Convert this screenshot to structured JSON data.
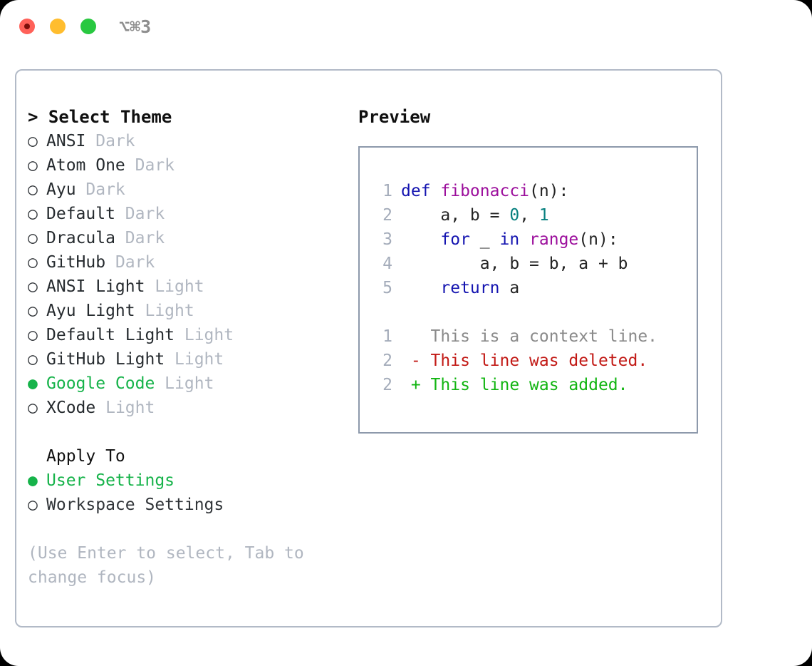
{
  "window": {
    "shortcut": "⌥⌘3",
    "traffic_lights": [
      "close",
      "minimize",
      "maximize"
    ]
  },
  "theme_picker": {
    "header": "> Select Theme",
    "selected_bullet": "●",
    "unselected_bullet": "○",
    "items": [
      {
        "name": "ANSI",
        "variant": "Dark",
        "selected": false
      },
      {
        "name": "Atom One",
        "variant": "Dark",
        "selected": false
      },
      {
        "name": "Ayu",
        "variant": "Dark",
        "selected": false
      },
      {
        "name": "Default",
        "variant": "Dark",
        "selected": false
      },
      {
        "name": "Dracula",
        "variant": "Dark",
        "selected": false
      },
      {
        "name": "GitHub",
        "variant": "Dark",
        "selected": false
      },
      {
        "name": "ANSI Light",
        "variant": "Light",
        "selected": false
      },
      {
        "name": "Ayu Light",
        "variant": "Light",
        "selected": false
      },
      {
        "name": "Default Light",
        "variant": "Light",
        "selected": false
      },
      {
        "name": "GitHub Light",
        "variant": "Light",
        "selected": false
      },
      {
        "name": "Google Code",
        "variant": "Light",
        "selected": true
      },
      {
        "name": "XCode",
        "variant": "Light",
        "selected": false
      }
    ]
  },
  "apply_to": {
    "header": "Apply To",
    "options": [
      {
        "label": "User Settings",
        "selected": true
      },
      {
        "label": "Workspace Settings",
        "selected": false
      }
    ]
  },
  "hint": "(Use Enter to select, Tab to change focus)",
  "preview": {
    "title": "Preview",
    "code_lines": [
      {
        "no": "1",
        "tokens": [
          {
            "t": "def ",
            "c": "kw"
          },
          {
            "t": "fibonacci",
            "c": "fn"
          },
          {
            "t": "(n):",
            "c": "txt"
          }
        ]
      },
      {
        "no": "2",
        "tokens": [
          {
            "t": "    a, b = ",
            "c": "txt"
          },
          {
            "t": "0",
            "c": "num"
          },
          {
            "t": ", ",
            "c": "txt"
          },
          {
            "t": "1",
            "c": "num"
          }
        ]
      },
      {
        "no": "3",
        "tokens": [
          {
            "t": "    ",
            "c": "txt"
          },
          {
            "t": "for",
            "c": "kw"
          },
          {
            "t": " _ ",
            "c": "txt"
          },
          {
            "t": "in",
            "c": "kw"
          },
          {
            "t": " ",
            "c": "txt"
          },
          {
            "t": "range",
            "c": "fn"
          },
          {
            "t": "(n):",
            "c": "txt"
          }
        ]
      },
      {
        "no": "4",
        "tokens": [
          {
            "t": "        a, b = b, a + b",
            "c": "txt"
          }
        ]
      },
      {
        "no": "5",
        "tokens": [
          {
            "t": "    ",
            "c": "txt"
          },
          {
            "t": "return",
            "c": "kw"
          },
          {
            "t": " a",
            "c": "txt"
          }
        ]
      }
    ],
    "diff_lines": [
      {
        "no": "1",
        "marker": " ",
        "text": " This is a context line.",
        "kind": "ctx"
      },
      {
        "no": "2",
        "marker": "-",
        "text": " This line was deleted.",
        "kind": "del"
      },
      {
        "no": "2",
        "marker": "+",
        "text": " This line was added.",
        "kind": "add"
      }
    ]
  },
  "colors": {
    "accent_green": "#16b34a",
    "muted": "#b0b6c0",
    "keyword": "#1414b0",
    "function": "#9c0f9c",
    "number": "#07807f",
    "diff_add": "#12b512",
    "diff_del": "#c21a16",
    "panel_border": "#b2bac7",
    "code_border": "#8d99ab"
  }
}
